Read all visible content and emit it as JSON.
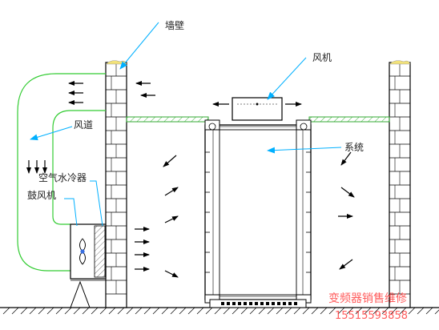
{
  "labels": {
    "wall": "墙壁",
    "fan": "风机",
    "duct": "风道",
    "system": "系统",
    "air_water_cooler": "空气水冷器",
    "blower": "鼓风机"
  },
  "watermark": {
    "line1": "变频器销售维修",
    "line2": "15515593858"
  },
  "colors": {
    "line": "#000000",
    "callout": "#00b0ff",
    "duct": "#33cc33",
    "shelf": "#33aa33",
    "watermark": "#ff3333",
    "blade": "#3a6fe0",
    "wall_cap": "#f2e27a"
  }
}
